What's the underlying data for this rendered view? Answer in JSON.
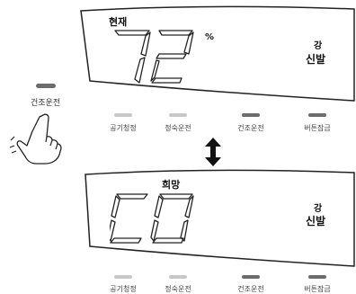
{
  "side_button": {
    "label": "건조운전",
    "active": true,
    "color": "#6c6c6c"
  },
  "panel_current": {
    "label": "현재",
    "display_value": "72",
    "unit": "%",
    "fan_strength": "강",
    "fan_mode": "신발"
  },
  "panel_desired": {
    "label": "희망",
    "display_value": "CO",
    "fan_strength": "강",
    "fan_mode": "신발"
  },
  "indicators_top": [
    {
      "label": "공기청정",
      "color": "#c8c8c8"
    },
    {
      "label": "정숙운전",
      "color": "#c8c8c8"
    },
    {
      "label": "건조운전",
      "color": "#6c6c6c"
    },
    {
      "label": "버튼잠금",
      "color": "#6c6c6c"
    }
  ],
  "indicators_bottom": [
    {
      "label": "공기청정",
      "color": "#c8c8c8"
    },
    {
      "label": "정숙운전",
      "color": "#c8c8c8"
    },
    {
      "label": "건조운전",
      "color": "#6c6c6c"
    },
    {
      "label": "버튼잠금",
      "color": "#6c6c6c"
    }
  ],
  "icons": {
    "hand": "pointing-hand-icon",
    "arrow": "double-arrow-icon"
  }
}
